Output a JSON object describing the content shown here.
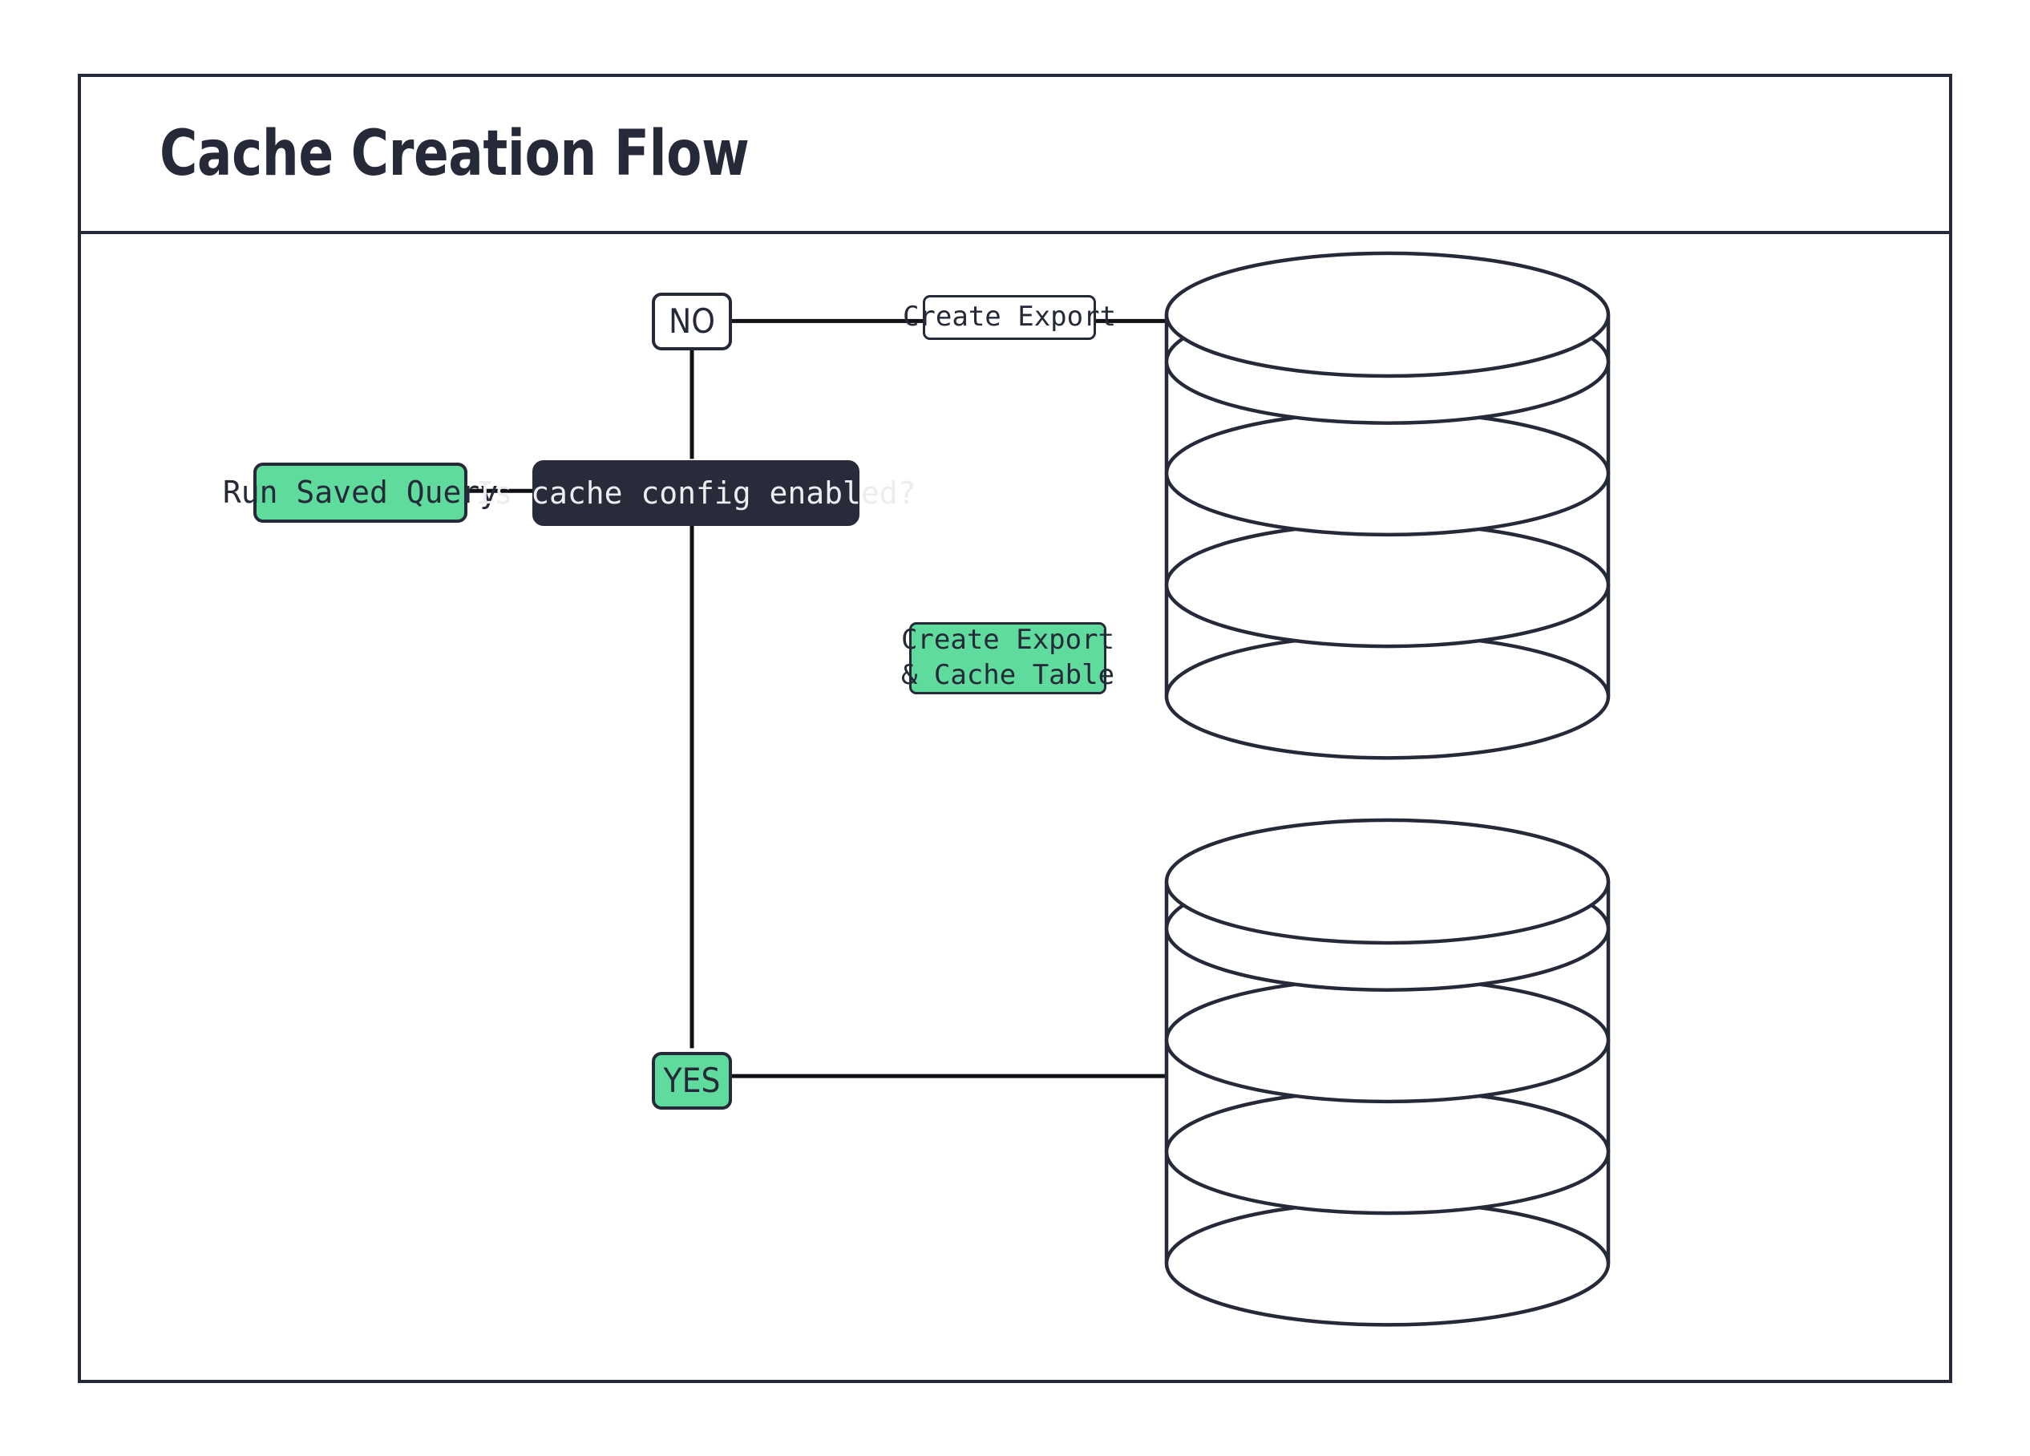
{
  "diagram": {
    "title": "Cache Creation Flow",
    "type": "flowchart",
    "colors": {
      "ink": "#262a38",
      "dark_fill": "#282b3a",
      "dark_text": "#ecedf1",
      "green_fill": "#5fdb9d",
      "white_fill": "#ffffff",
      "background": "#ffffff"
    },
    "nodes": [
      {
        "id": "run-saved-query",
        "label": "Run Saved Query",
        "shape": "rounded-rect",
        "fill": "green",
        "font": "mono"
      },
      {
        "id": "decision",
        "label": "Is cache config enabled?",
        "shape": "rounded-rect",
        "fill": "dark",
        "font": "mono"
      },
      {
        "id": "branch-no",
        "label": "NO",
        "shape": "rounded-rect",
        "fill": "white",
        "font": "sans"
      },
      {
        "id": "branch-yes",
        "label": "YES",
        "shape": "rounded-rect",
        "fill": "green",
        "font": "sans"
      },
      {
        "id": "database-top",
        "label": "Create Export",
        "shape": "cylinder",
        "fill": "white",
        "font": "mono"
      },
      {
        "id": "database-bottom",
        "label_line1": "Create Export",
        "label_line2": "& Cache Table",
        "shape": "cylinder",
        "fill": "green",
        "font": "mono"
      }
    ],
    "edges": [
      {
        "from": "run-saved-query",
        "to": "decision"
      },
      {
        "from": "decision",
        "to": "branch-no",
        "label": "NO"
      },
      {
        "from": "branch-no",
        "to": "database-top"
      },
      {
        "from": "decision",
        "to": "branch-yes",
        "label": "YES"
      },
      {
        "from": "branch-yes",
        "to": "database-bottom"
      }
    ]
  }
}
